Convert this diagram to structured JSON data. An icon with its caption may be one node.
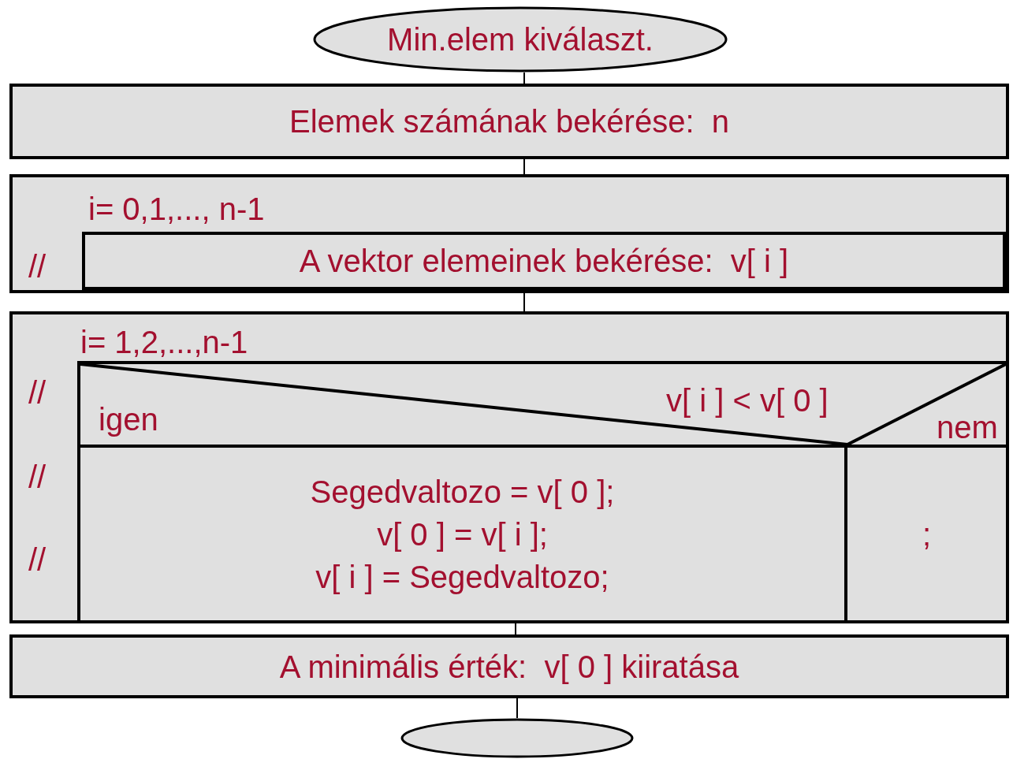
{
  "diagram": {
    "nodes": [
      {
        "text": [
          "Min.elem kiválaszt."
        ]
      },
      {
        "text": [
          "Elemek számának bekérése:  n"
        ]
      },
      {
        "text": [
          "i= 0,1,..., n-1",
          "//"
        ]
      },
      {
        "text": [
          "A vektor elemeinek bekérése:  v[ i ]"
        ],
        "in": 2
      },
      {
        "text": [
          "i= 1,2,...,n-1",
          "//",
          "//",
          "//"
        ]
      },
      {
        "text": [
          "v[ i ] < v[ 0 ]",
          "igen",
          "nem"
        ],
        "in": 4
      },
      {
        "text": [
          "Segedvaltozo = v[ 0 ];",
          "v[ 0 ] = v[ i ];",
          "v[ i ] = Segedvaltozo;"
        ],
        "in": 4
      },
      {
        "text": [
          ";"
        ],
        "in": 4
      },
      {
        "text": [
          "A minimális érték:  v[ 0 ] kiiratása"
        ]
      },
      {
        "text": [],
        "shape": "ellipse"
      }
    ],
    "edges": [
      {
        "from": 0,
        "to": 1,
        "arrow": "none"
      },
      {
        "from": 1,
        "to": 2,
        "arrow": "none"
      },
      {
        "from": 2,
        "to": 4,
        "arrow": "none"
      },
      {
        "from": 4,
        "to": 8,
        "arrow": "none"
      },
      {
        "from": 8,
        "to": 9,
        "arrow": "none"
      }
    ]
  }
}
